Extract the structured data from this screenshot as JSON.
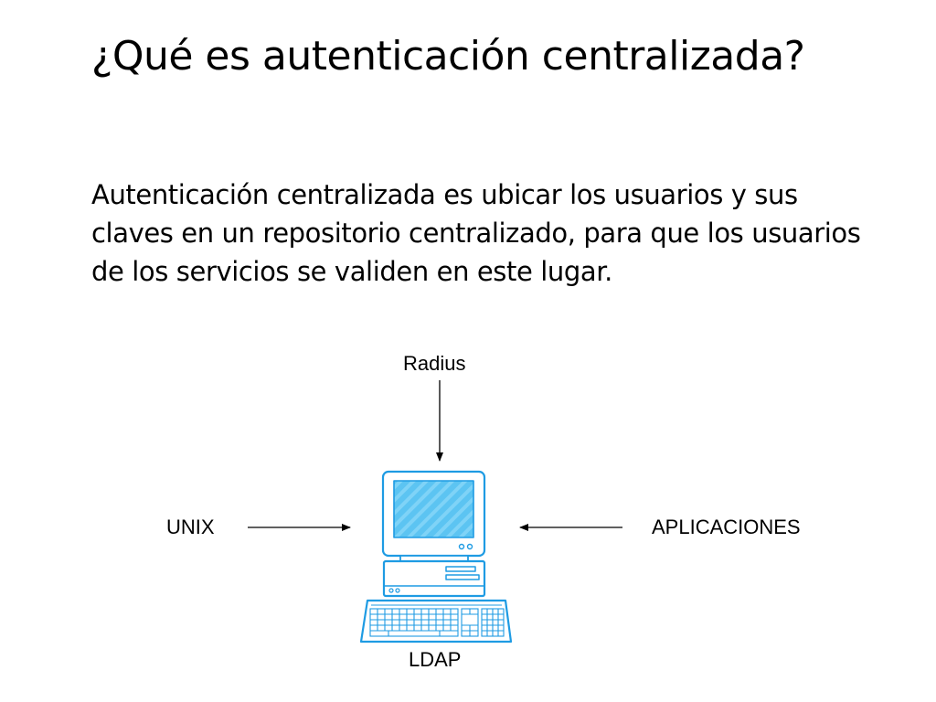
{
  "slide": {
    "title": "¿Qué es autenticación centralizada?",
    "body": "Autenticación centralizada es ubicar los usuarios y sus claves en un repositorio centralizado, para que los usuarios de los servicios se validen en este lugar."
  },
  "diagram": {
    "top_label": "Radius",
    "left_label": "UNIX",
    "right_label": "APLICACIONES",
    "bottom_label": "LDAP",
    "center_icon": "computer-workstation-icon",
    "colors": {
      "icon_stroke": "#1e9be3",
      "screen_fill": "#5cc4f2",
      "arrow": "#000000"
    }
  }
}
